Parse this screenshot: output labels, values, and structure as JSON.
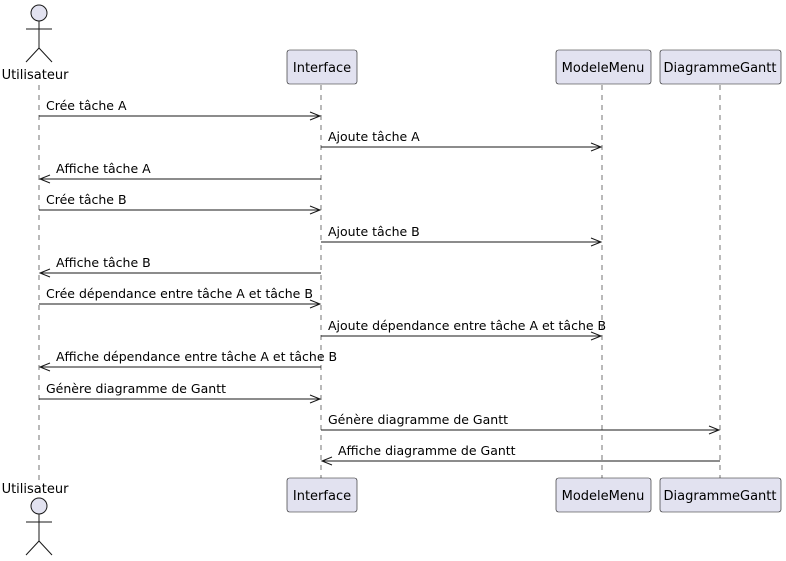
{
  "participants": {
    "user": {
      "name": "Utilisateur",
      "icon": "stick-figure-icon"
    },
    "interface": {
      "name": "Interface"
    },
    "model": {
      "name": "ModeleMenu"
    },
    "gantt": {
      "name": "DiagrammeGantt"
    }
  },
  "messages": [
    {
      "from": "user",
      "to": "interface",
      "label": "Crée tâche A"
    },
    {
      "from": "interface",
      "to": "model",
      "label": "Ajoute tâche A"
    },
    {
      "from": "interface",
      "to": "user",
      "label": "Affiche tâche A"
    },
    {
      "from": "user",
      "to": "interface",
      "label": "Crée tâche B"
    },
    {
      "from": "interface",
      "to": "model",
      "label": "Ajoute tâche B"
    },
    {
      "from": "interface",
      "to": "user",
      "label": "Affiche tâche B"
    },
    {
      "from": "user",
      "to": "interface",
      "label": "Crée dépendance entre tâche A et tâche B"
    },
    {
      "from": "interface",
      "to": "model",
      "label": "Ajoute dépendance entre tâche A et tâche B"
    },
    {
      "from": "interface",
      "to": "user",
      "label": "Affiche dépendance entre tâche A et tâche B"
    },
    {
      "from": "user",
      "to": "interface",
      "label": "Génère diagramme de Gantt"
    },
    {
      "from": "interface",
      "to": "gantt",
      "label": "Génère diagramme de Gantt"
    },
    {
      "from": "gantt",
      "to": "interface",
      "label": "Affiche diagramme de Gantt"
    }
  ],
  "colors": {
    "participant_fill": "#E2E2F0",
    "line": "#181818",
    "background": "#FFFFFF"
  }
}
